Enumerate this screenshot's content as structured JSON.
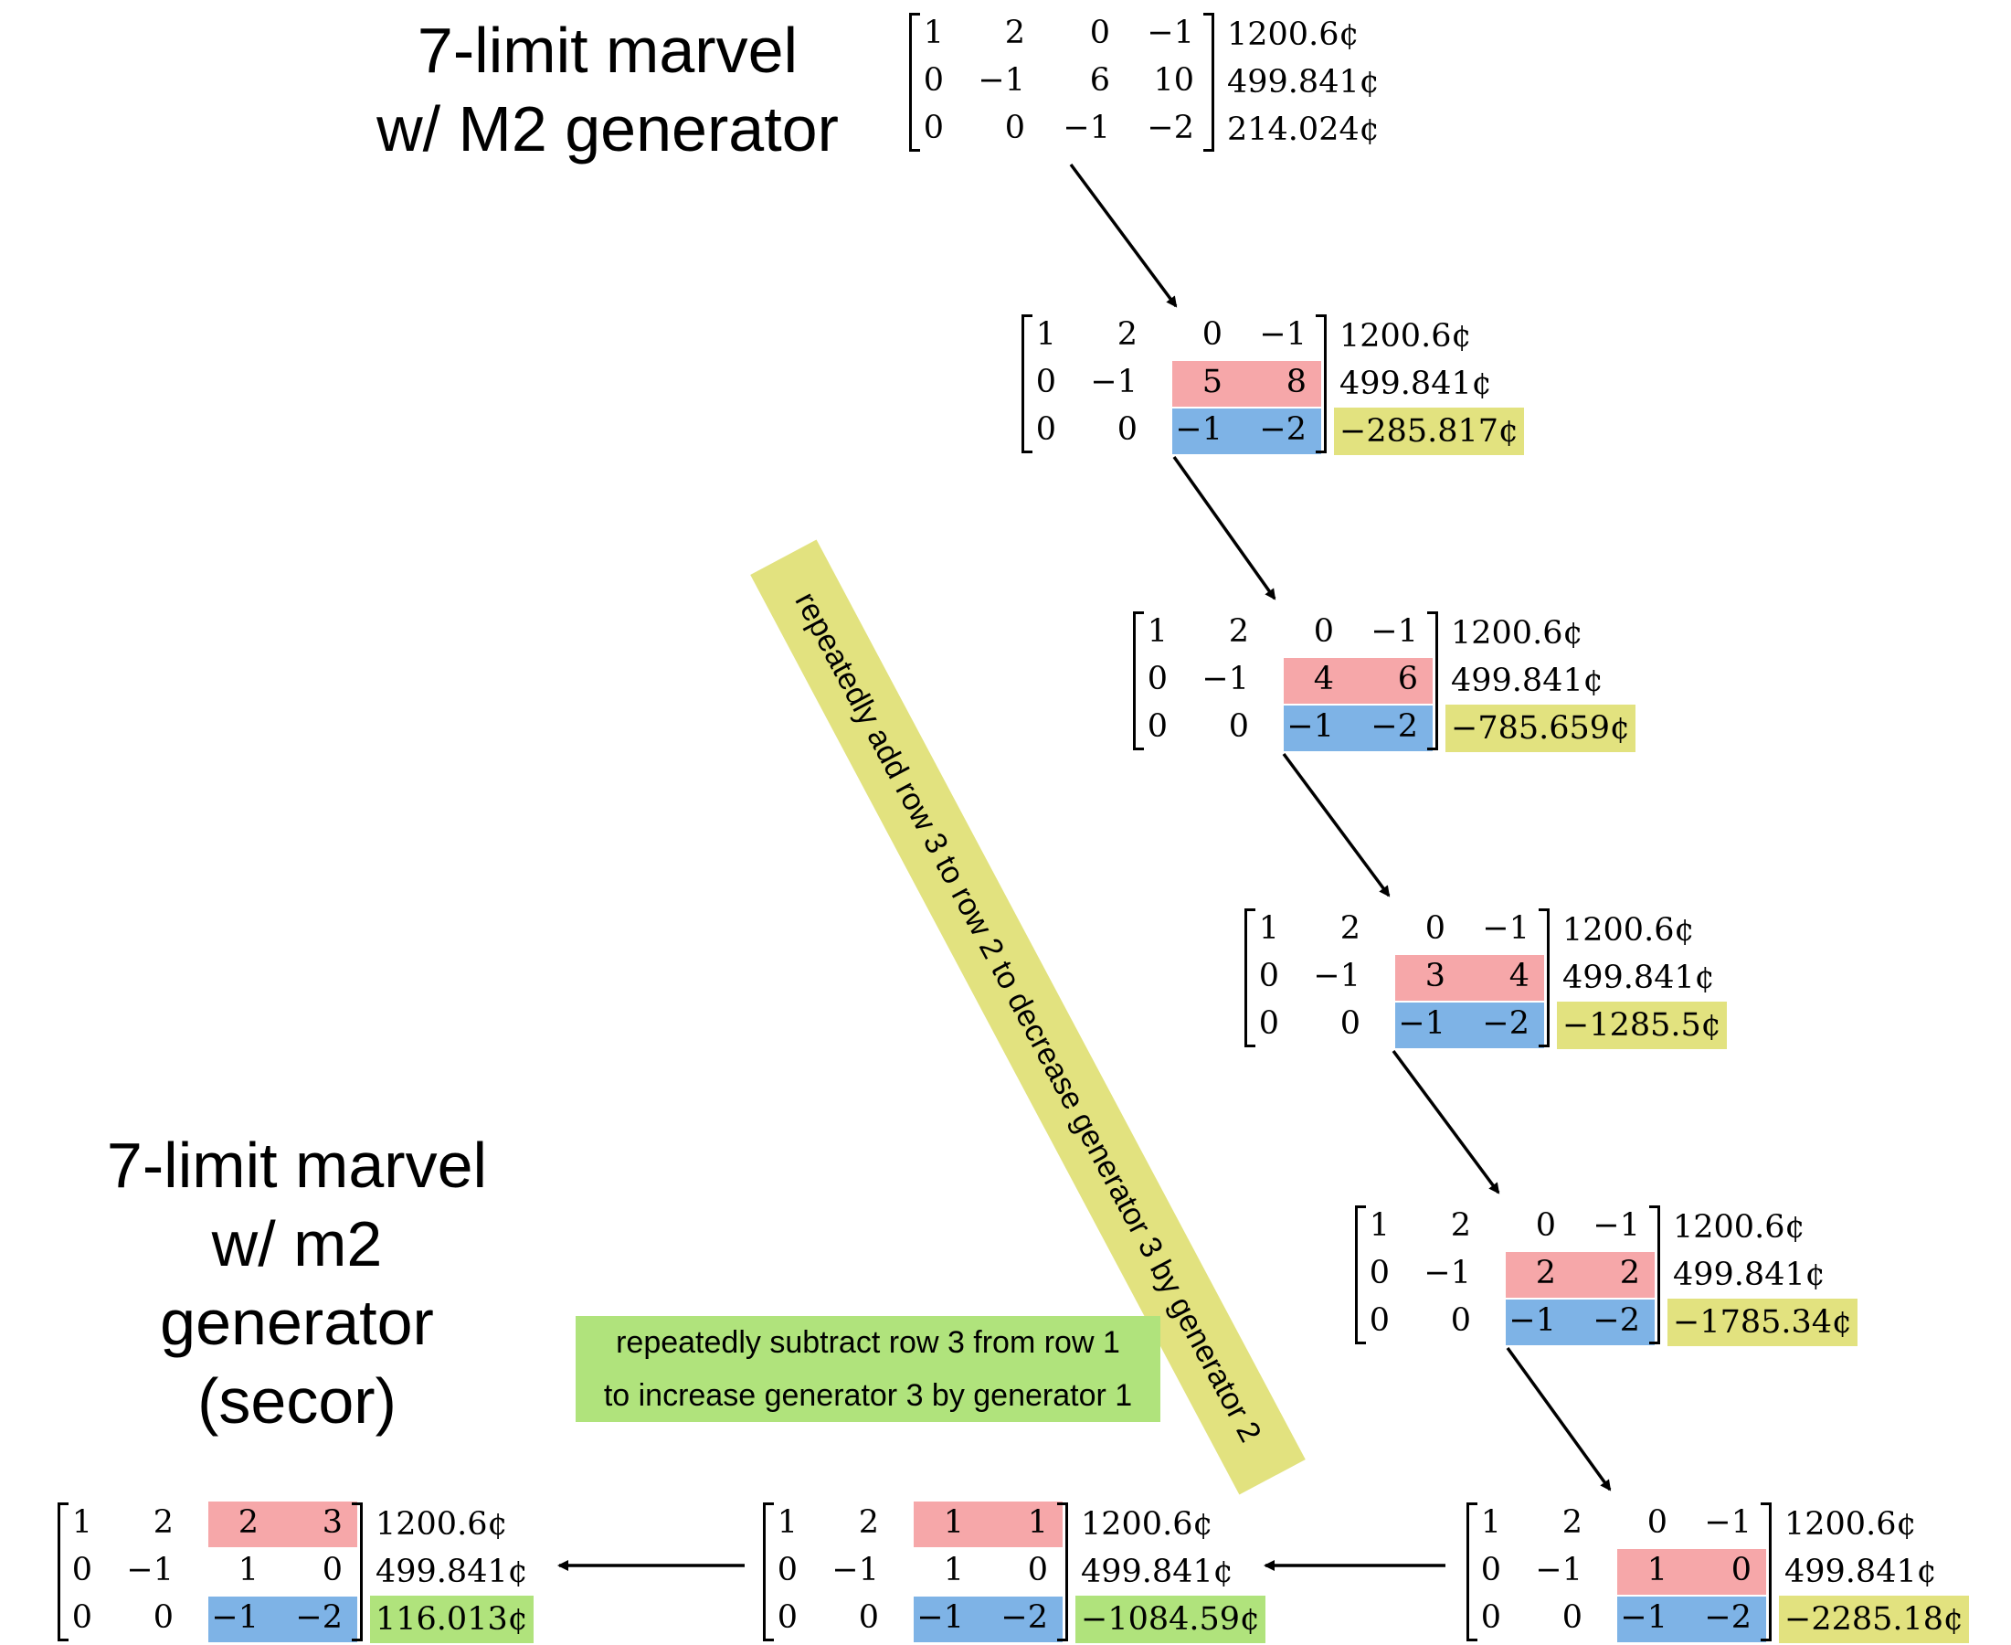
{
  "titles": {
    "top": "7-limit marvel\nw/ M2 generator",
    "bottom": "7-limit marvel\nw/ m2\ngenerator\n(secor)"
  },
  "notes": {
    "vertical": "repeatedly add row 3 to row 2 to decrease generator 3 by generator 2",
    "horizontal_line1": "repeatedly subtract row 3 from row 1",
    "horizontal_line2": "to increase generator 3 by generator 1"
  },
  "colors": {
    "red_highlight": "#f6a7a9",
    "blue_highlight": "#7eb3e6",
    "yellow_highlight": "#e2e27f",
    "green_highlight": "#b0e37c"
  },
  "matrices": [
    {
      "rows": [
        [
          "1",
          "2",
          "0",
          "−1"
        ],
        [
          "0",
          "−1",
          "6",
          "10"
        ],
        [
          "0",
          "0",
          "−1",
          "−2"
        ]
      ],
      "cents": [
        "1200.6¢",
        "499.841¢",
        "214.024¢"
      ],
      "cents_highlight": "none",
      "cols_highlighted": false
    },
    {
      "rows": [
        [
          "1",
          "2",
          "0",
          "−1"
        ],
        [
          "0",
          "−1",
          "5",
          "8"
        ],
        [
          "0",
          "0",
          "−1",
          "−2"
        ]
      ],
      "cents": [
        "1200.6¢",
        "499.841¢",
        "−285.817¢"
      ],
      "cents_highlight": "yellow",
      "cols_highlighted": true,
      "red_row": 1
    },
    {
      "rows": [
        [
          "1",
          "2",
          "0",
          "−1"
        ],
        [
          "0",
          "−1",
          "4",
          "6"
        ],
        [
          "0",
          "0",
          "−1",
          "−2"
        ]
      ],
      "cents": [
        "1200.6¢",
        "499.841¢",
        "−785.659¢"
      ],
      "cents_highlight": "yellow",
      "cols_highlighted": true,
      "red_row": 1
    },
    {
      "rows": [
        [
          "1",
          "2",
          "0",
          "−1"
        ],
        [
          "0",
          "−1",
          "3",
          "4"
        ],
        [
          "0",
          "0",
          "−1",
          "−2"
        ]
      ],
      "cents": [
        "1200.6¢",
        "499.841¢",
        "−1285.5¢"
      ],
      "cents_highlight": "yellow",
      "cols_highlighted": true,
      "red_row": 1
    },
    {
      "rows": [
        [
          "1",
          "2",
          "0",
          "−1"
        ],
        [
          "0",
          "−1",
          "2",
          "2"
        ],
        [
          "0",
          "0",
          "−1",
          "−2"
        ]
      ],
      "cents": [
        "1200.6¢",
        "499.841¢",
        "−1785.34¢"
      ],
      "cents_highlight": "yellow",
      "cols_highlighted": true,
      "red_row": 1
    },
    {
      "rows": [
        [
          "1",
          "2",
          "0",
          "−1"
        ],
        [
          "0",
          "−1",
          "1",
          "0"
        ],
        [
          "0",
          "0",
          "−1",
          "−2"
        ]
      ],
      "cents": [
        "1200.6¢",
        "499.841¢",
        "−2285.18¢"
      ],
      "cents_highlight": "yellow",
      "cols_highlighted": true,
      "red_row": 1
    },
    {
      "rows": [
        [
          "1",
          "2",
          "1",
          "1"
        ],
        [
          "0",
          "−1",
          "1",
          "0"
        ],
        [
          "0",
          "0",
          "−1",
          "−2"
        ]
      ],
      "cents": [
        "1200.6¢",
        "499.841¢",
        "−1084.59¢"
      ],
      "cents_highlight": "green",
      "cols_highlighted": true,
      "red_row": 0
    },
    {
      "rows": [
        [
          "1",
          "2",
          "2",
          "3"
        ],
        [
          "0",
          "−1",
          "1",
          "0"
        ],
        [
          "0",
          "0",
          "−1",
          "−2"
        ]
      ],
      "cents": [
        "1200.6¢",
        "499.841¢",
        "116.013¢"
      ],
      "cents_highlight": "green",
      "cols_highlighted": true,
      "red_row": 0
    }
  ]
}
